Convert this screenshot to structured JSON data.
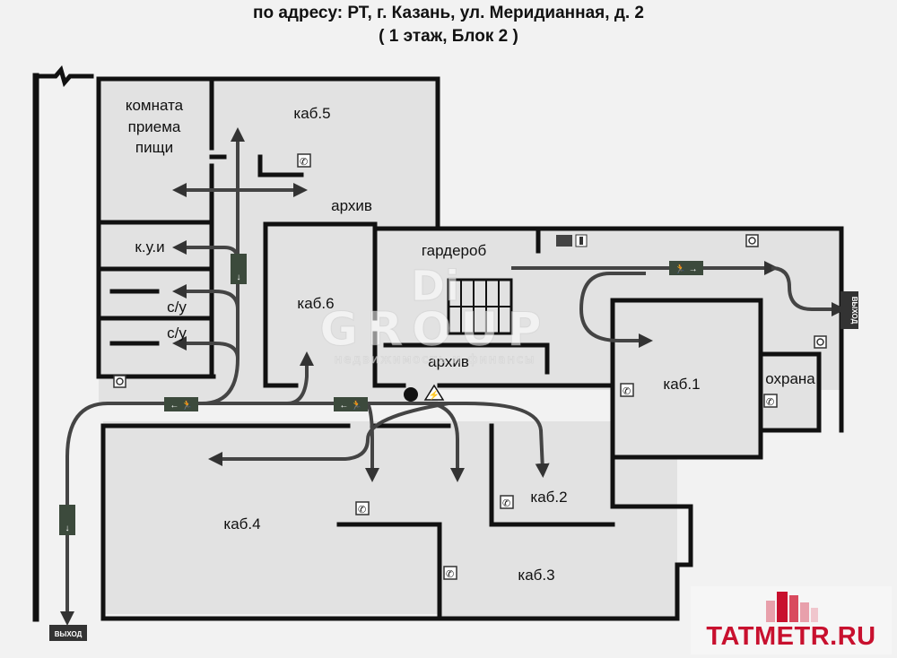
{
  "header": {
    "line1": "по адресу: РТ, г. Казань, ул. Меридианная, д. 2",
    "line2": "( 1 этаж, Блок 2 )"
  },
  "rooms": {
    "dining": [
      "комната",
      "приема",
      "пищи"
    ],
    "kab5": "каб.5",
    "archive_top": "архив",
    "kui": "к.у.и",
    "wc1": "с/у",
    "wc2": "с/у",
    "kab6": "каб.6",
    "wardrobe": "гардероб",
    "archive_mid": "архив",
    "kab1": "каб.1",
    "security": "охрана",
    "kab2": "каб.2",
    "kab3": "каб.3",
    "kab4": "каб.4"
  },
  "exits": {
    "right": "ВЫХОД",
    "bottom": "ВЫХОД"
  },
  "watermark": {
    "top": "Di",
    "middle": "GROUP",
    "bottom": "недвижимость и финансы"
  },
  "logo": {
    "text": "TATMETR.RU"
  },
  "colors": {
    "wall": "#111111",
    "room_fill": "#e4e4e4",
    "sign_green": "#3c4a3c",
    "logo_red": "#c8102e"
  },
  "icons": [
    "phone-icon",
    "fire-extinguisher-icon",
    "fire-alarm-icon",
    "exit-sign-icon",
    "electrical-hazard-icon"
  ]
}
